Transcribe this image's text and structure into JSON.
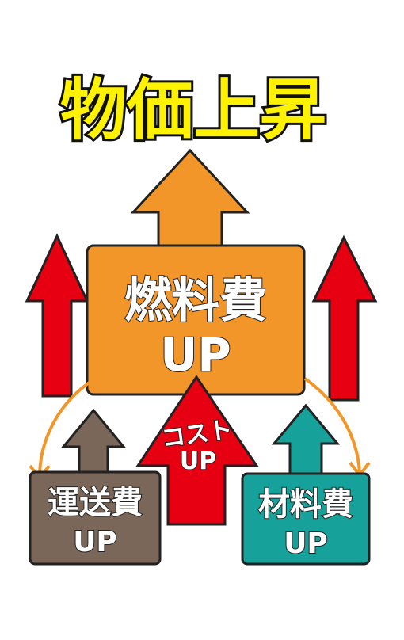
{
  "title": "物価上昇",
  "center": {
    "label": "燃料費",
    "sub": "UP"
  },
  "middle_arrow": {
    "label": "コスト",
    "sub": "UP"
  },
  "left_box": {
    "label": "運送費",
    "sub": "UP"
  },
  "right_box": {
    "label": "材料費",
    "sub": "UP"
  },
  "colors": {
    "title_fill": "#fff200",
    "orange": "#f3962a",
    "red": "#e60012",
    "brown": "#7a6759",
    "teal": "#16a29a",
    "outline": "#222222"
  }
}
